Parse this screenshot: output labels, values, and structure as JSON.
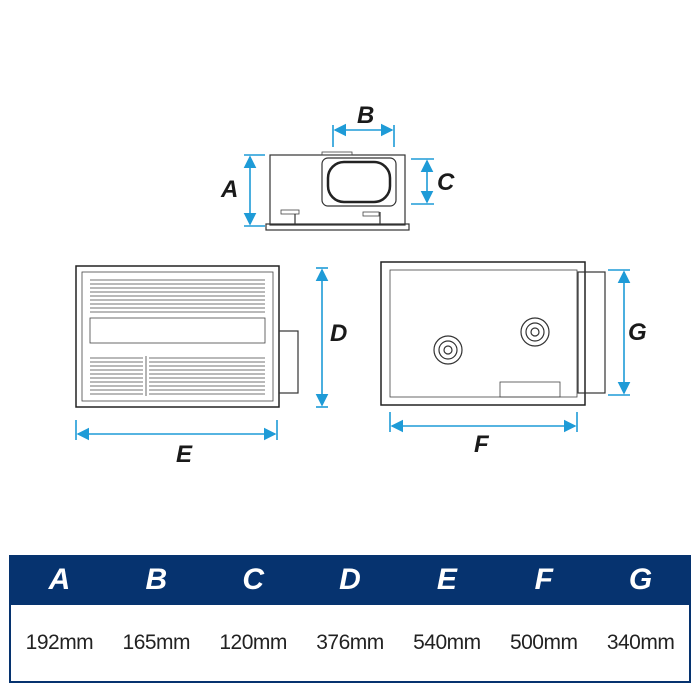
{
  "labels": {
    "a": "A",
    "b": "B",
    "c": "C",
    "d": "D",
    "e": "E",
    "f": "F",
    "g": "G"
  },
  "table": {
    "headers": [
      "A",
      "B",
      "C",
      "D",
      "E",
      "F",
      "G"
    ],
    "values": [
      "192mm",
      "165mm",
      "120mm",
      "376mm",
      "540mm",
      "500mm",
      "340mm"
    ]
  },
  "colors": {
    "header_bg": "#06336f",
    "dimension_line": "#1e9bd7"
  }
}
